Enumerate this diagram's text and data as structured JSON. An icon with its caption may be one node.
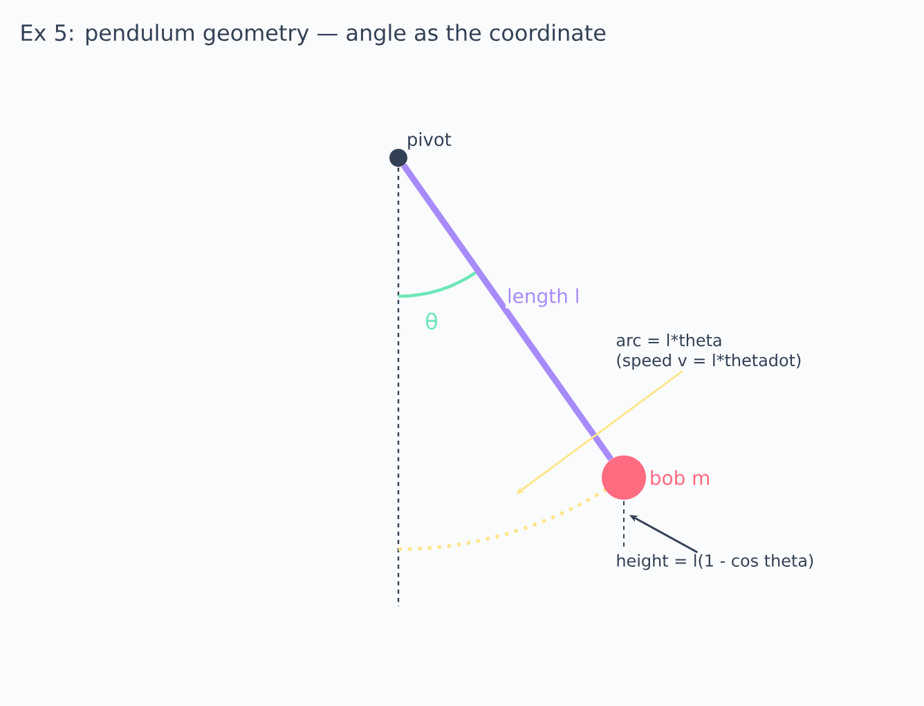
{
  "diagram": {
    "title": "Ex 5: pendulum geometry — angle as the coordinate",
    "nodes": [
      {
        "text": [],
        "shape": "circle",
        "beside": [
          "pivot"
        ]
      },
      {
        "text": [],
        "shape": "circle",
        "beside": [
          "bob  m"
        ]
      },
      {
        "text": [
          "arc = l*theta",
          "(speed v = l*thetadot)"
        ]
      },
      {
        "text": [
          "height = l(1 - cos theta)"
        ]
      }
    ],
    "edges": [
      {
        "from": 0,
        "to": 1,
        "arrow": "none",
        "label": "length  l",
        "style": "thick",
        "color": "#a78bfa"
      },
      {
        "from": 2,
        "to": null,
        "arrow": "to",
        "color": "#fde68a"
      },
      {
        "from": 3,
        "to": null,
        "arrow": "to",
        "color": "#334155"
      }
    ],
    "labels": [
      "θ"
    ]
  }
}
